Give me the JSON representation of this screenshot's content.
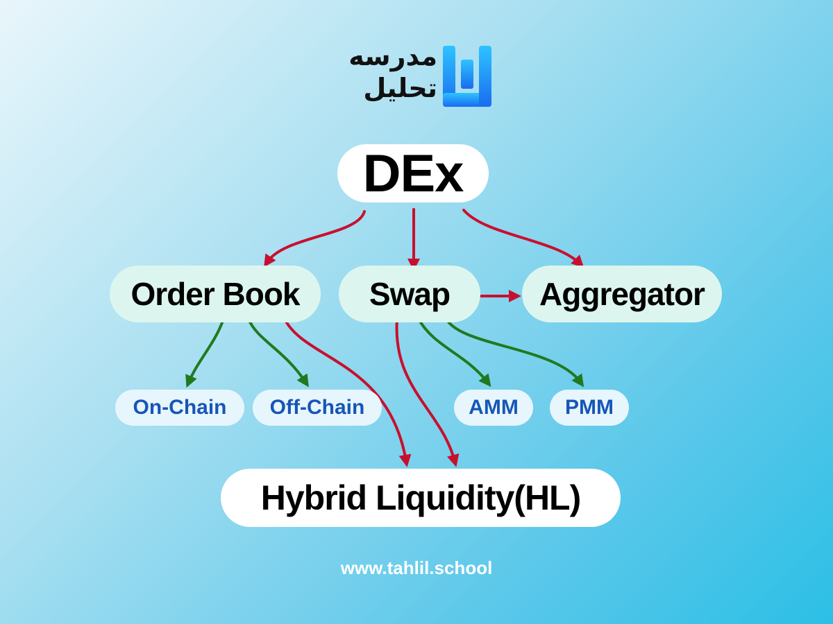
{
  "brand": {
    "name_line1": "مدرسه",
    "name_line2": "تحلیل",
    "logo_icon": "tahlil-logo-icon",
    "accent_color": "#1a8cf5"
  },
  "nodes": {
    "dex": "DEx",
    "order_book": "Order Book",
    "swap": "Swap",
    "aggregator": "Aggregator",
    "on_chain": "On-Chain",
    "off_chain": "Off-Chain",
    "amm": "AMM",
    "pmm": "PMM",
    "hybrid": "Hybrid Liquidity(HL)"
  },
  "edges": [
    {
      "from": "DEx",
      "to": "Order Book",
      "color": "#c8102e"
    },
    {
      "from": "DEx",
      "to": "Swap",
      "color": "#c8102e"
    },
    {
      "from": "DEx",
      "to": "Aggregator",
      "color": "#c8102e"
    },
    {
      "from": "Swap",
      "to": "Aggregator",
      "color": "#c8102e"
    },
    {
      "from": "Order Book",
      "to": "On-Chain",
      "color": "#1f7a1f"
    },
    {
      "from": "Order Book",
      "to": "Off-Chain",
      "color": "#1f7a1f"
    },
    {
      "from": "Order Book",
      "to": "Hybrid Liquidity(HL)",
      "color": "#c8102e"
    },
    {
      "from": "Swap",
      "to": "Hybrid Liquidity(HL)",
      "color": "#c8102e"
    },
    {
      "from": "Swap",
      "to": "AMM",
      "color": "#1f7a1f"
    },
    {
      "from": "Swap",
      "to": "PMM",
      "color": "#1f7a1f"
    }
  ],
  "footer": {
    "website": "www.tahlil.school"
  }
}
